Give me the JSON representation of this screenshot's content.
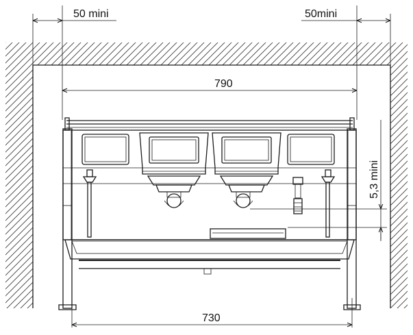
{
  "dimensions": {
    "left_clearance": "50 mini",
    "right_clearance": "50mini",
    "overall_width": "790",
    "leg_span": "730",
    "cup_height": "5,3 mini"
  }
}
